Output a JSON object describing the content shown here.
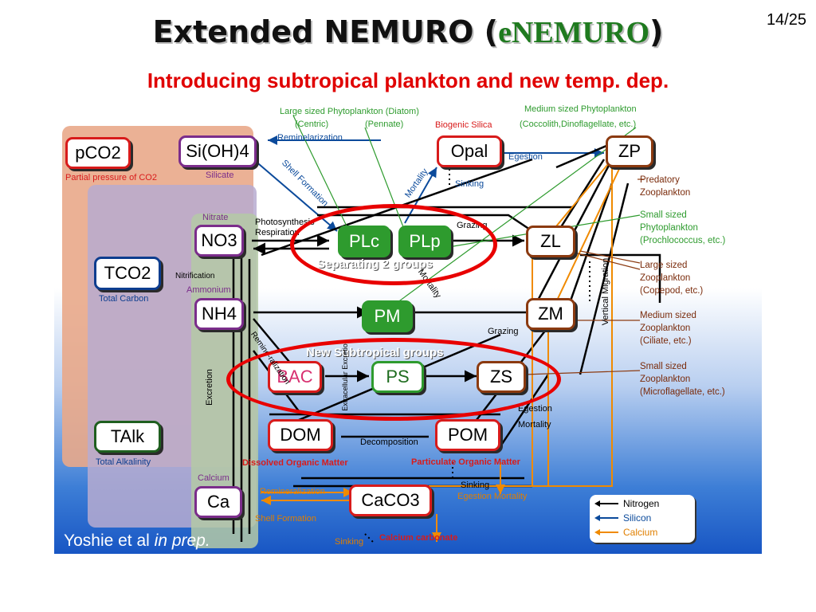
{
  "page_number": "14/25",
  "title": {
    "prefix": "Extended NEMURO (",
    "highlight": "eNEMURO",
    "suffix": ")"
  },
  "subtitle": "Introducing subtropical plankton and new temp. dep.",
  "nodes": {
    "pco2": "pCO2",
    "sioh4": "Si(OH)4",
    "opal": "Opal",
    "zp": "ZP",
    "no3": "NO3",
    "plc": "PLc",
    "plp": "PLp",
    "zl": "ZL",
    "tco2": "TCO2",
    "nh4": "NH4",
    "pm": "PM",
    "zm": "ZM",
    "bac": "BAC",
    "ps": "PS",
    "zs": "ZS",
    "talk": "TAlk",
    "dom": "DOM",
    "pom": "POM",
    "ca": "Ca",
    "caco3": "CaCO3"
  },
  "labels": {
    "partial_pressure": "Partial pressure of CO2",
    "silicate": "Silicate",
    "nitrate": "Nitrate",
    "ammonium": "Ammonium",
    "nitrification": "Nitrification",
    "total_carbon": "Total Carbon",
    "total_alkalinity": "Total Alkalinity",
    "calcium": "Calcium",
    "large_phyto": "Large sized Phytoplankton (Diatom)",
    "centric": "(Centric)",
    "pennate": "(Pennate)",
    "biogenic_silica": "Biogenic Silica",
    "medium_phyto_1": "Medium sized Phytoplankton",
    "medium_phyto_2": "(Coccolith,Dinoflagellate, etc.)",
    "remineralization_top": "Reminelarization",
    "shell_formation": "Shell Formation",
    "mortality": "Mortality",
    "egestion": "Egestion",
    "sinking_opal": "Sinking",
    "photosynthesis": "Photosynthesis",
    "respiration": "Respiration",
    "grazing_top": "Grazing",
    "grazing_mid": "Grazing",
    "separating": "Separating 2 groups",
    "mortality_mid": "Mortality",
    "new_subtropical": "New Subtropical groups",
    "remineralization_side": "Remine-ralization",
    "excretion": "Excretion",
    "extracellular": "Extracellular Excretion",
    "vertical_migration": "Vertical Migration",
    "egestion_zs": "Egestion",
    "mortality_zs": "Mortality",
    "decomposition": "Decomposition",
    "dissolved_om": "Dissolved Organic Matter",
    "particulate_om": "Particulate Organic Matter",
    "sinking_pom": "Sinking",
    "egestion_mortality": "Egestion Mortality",
    "remineralization_ca": "Remineralization",
    "shell_formation_ca": "Shell Formation",
    "sinking_caco3": "Sinking",
    "calcium_carbonate": "Calcium carbonate"
  },
  "descriptions": {
    "predatory": [
      "Predatory",
      "Zooplankton"
    ],
    "small_phyto": [
      "Small sized",
      "Phytoplankton",
      "(Prochlococcus, etc.)"
    ],
    "large_zoo": [
      "Large sized",
      "Zooplankton",
      "(Copepod, etc.)"
    ],
    "medium_zoo": [
      "Medium sized",
      "Zooplankton",
      "(Ciliate, etc.)"
    ],
    "small_zoo": [
      "Small sized",
      "Zooplankton",
      "(Microflagellate, etc.)"
    ]
  },
  "credit": {
    "text": "Yoshie et al ",
    "italic": "in prep."
  },
  "legend": [
    {
      "label": "Nitrogen",
      "color": "#000000"
    },
    {
      "label": "Silicon",
      "color": "#0b4a9b"
    },
    {
      "label": "Calcium",
      "color": "#f08a00"
    }
  ],
  "colors": {
    "title_highlight": "#1f7a1f",
    "subtitle": "#e00000",
    "highlight_ellipse": "#e80000"
  }
}
